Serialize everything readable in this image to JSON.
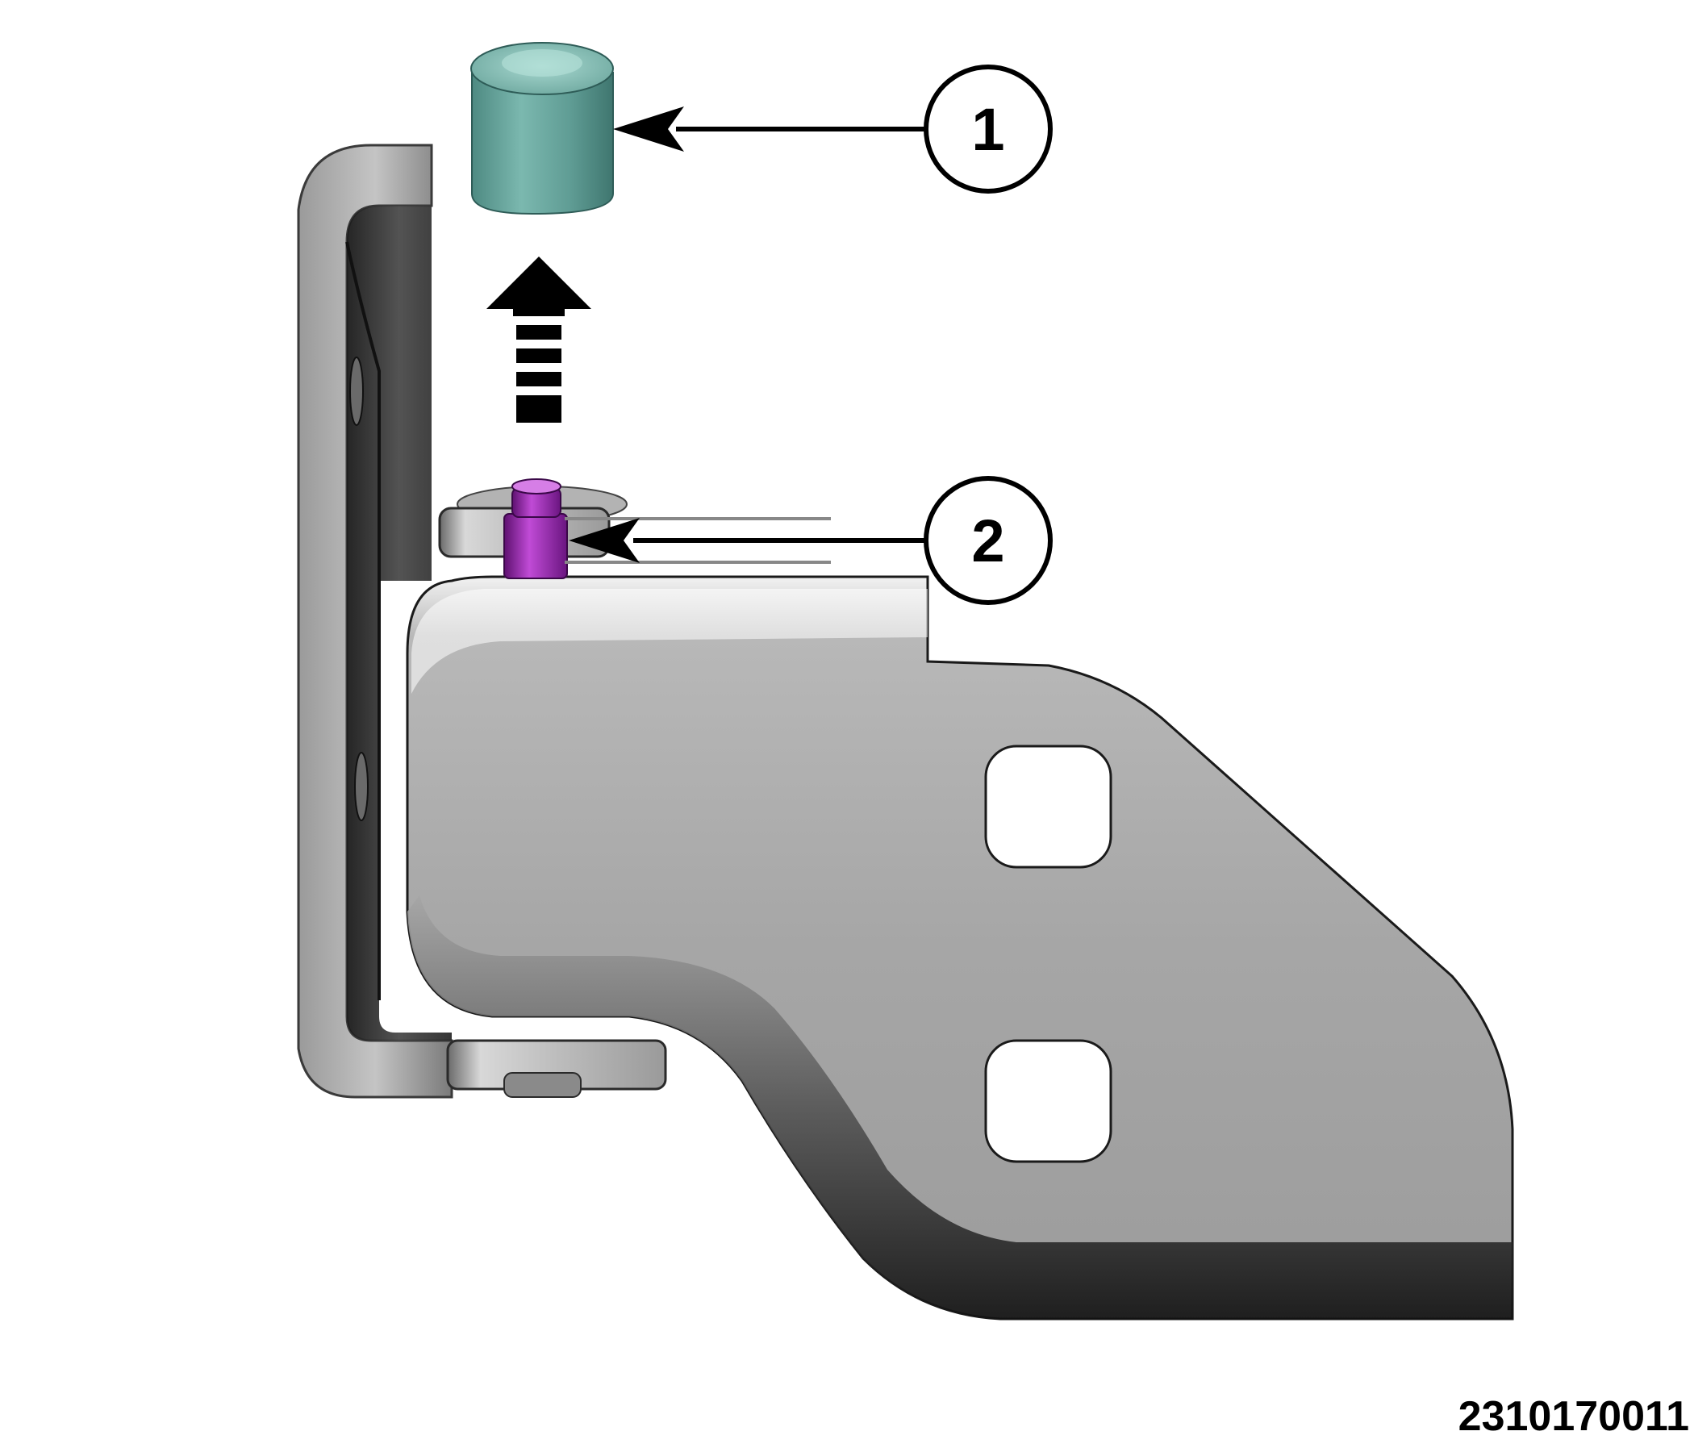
{
  "diagram": {
    "callouts": [
      {
        "number": "1",
        "target": "cap"
      },
      {
        "number": "2",
        "target": "hinge-pin"
      }
    ],
    "figure_id": "2310170011",
    "removal_direction": "up",
    "colors": {
      "cap": "#5f9c94",
      "pin": "#9a2ab0",
      "hinge_metal": "#a8a8a8",
      "hinge_dark": "#2f2f2f",
      "callout_line": "#000000",
      "background": "#ffffff"
    }
  }
}
